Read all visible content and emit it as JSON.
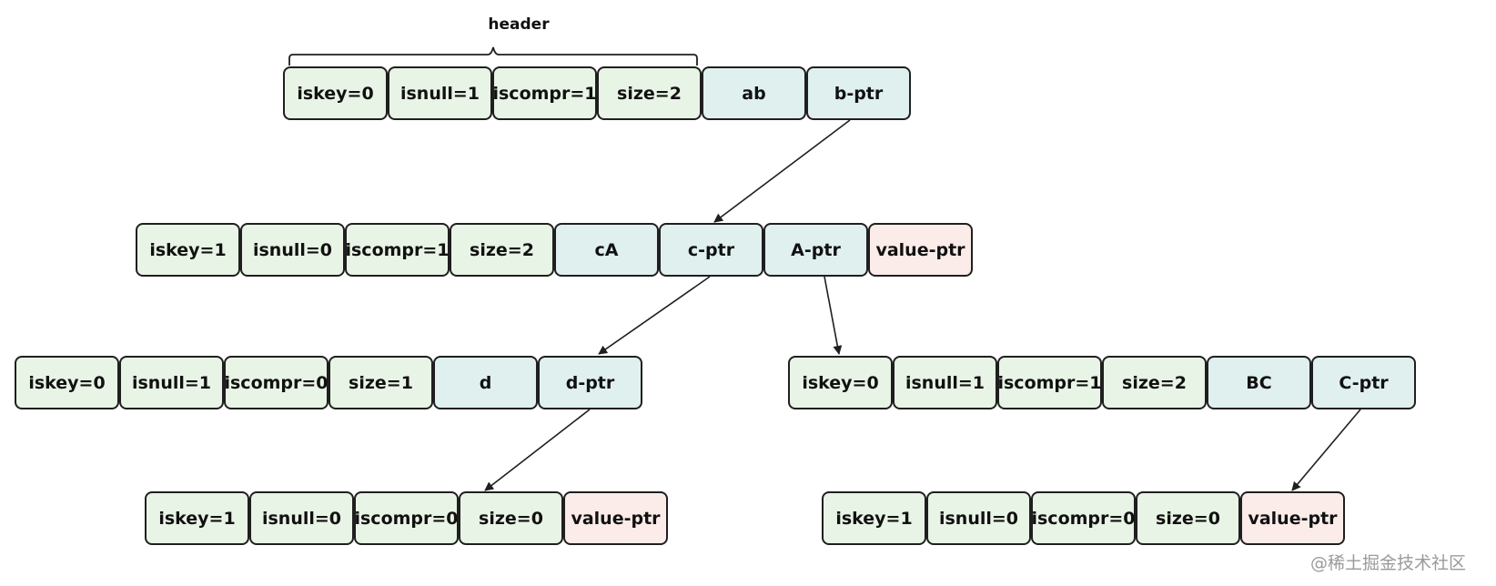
{
  "header_label": "header",
  "watermark": "@稀土掘金技术社区",
  "colors": {
    "header_cell": "#e8f4e5",
    "key_cell": "#dff0ef",
    "value_cell": "#fbece9",
    "border": "#1f1f1f"
  },
  "nodes": [
    {
      "id": "root",
      "cells": [
        {
          "text": "iskey=0",
          "kind": "header"
        },
        {
          "text": "isnull=1",
          "kind": "header"
        },
        {
          "text": "iscompr=1",
          "kind": "header"
        },
        {
          "text": "size=2",
          "kind": "header"
        },
        {
          "text": "ab",
          "kind": "key"
        },
        {
          "text": "b-ptr",
          "kind": "pointer"
        }
      ]
    },
    {
      "id": "node-b",
      "cells": [
        {
          "text": "iskey=1",
          "kind": "header"
        },
        {
          "text": "isnull=0",
          "kind": "header"
        },
        {
          "text": "iscompr=1",
          "kind": "header"
        },
        {
          "text": "size=2",
          "kind": "header"
        },
        {
          "text": "cA",
          "kind": "key"
        },
        {
          "text": "c-ptr",
          "kind": "pointer"
        },
        {
          "text": "A-ptr",
          "kind": "pointer"
        },
        {
          "text": "value-ptr",
          "kind": "value"
        }
      ]
    },
    {
      "id": "node-c",
      "cells": [
        {
          "text": "iskey=0",
          "kind": "header"
        },
        {
          "text": "isnull=1",
          "kind": "header"
        },
        {
          "text": "iscompr=0",
          "kind": "header"
        },
        {
          "text": "size=1",
          "kind": "header"
        },
        {
          "text": "d",
          "kind": "key"
        },
        {
          "text": "d-ptr",
          "kind": "pointer"
        }
      ]
    },
    {
      "id": "node-A",
      "cells": [
        {
          "text": "iskey=0",
          "kind": "header"
        },
        {
          "text": "isnull=1",
          "kind": "header"
        },
        {
          "text": "iscompr=1",
          "kind": "header"
        },
        {
          "text": "size=2",
          "kind": "header"
        },
        {
          "text": "BC",
          "kind": "key"
        },
        {
          "text": "C-ptr",
          "kind": "pointer"
        }
      ]
    },
    {
      "id": "node-d",
      "cells": [
        {
          "text": "iskey=1",
          "kind": "header"
        },
        {
          "text": "isnull=0",
          "kind": "header"
        },
        {
          "text": "iscompr=0",
          "kind": "header"
        },
        {
          "text": "size=0",
          "kind": "header"
        },
        {
          "text": "value-ptr",
          "kind": "value"
        }
      ]
    },
    {
      "id": "node-C",
      "cells": [
        {
          "text": "iskey=1",
          "kind": "header"
        },
        {
          "text": "isnull=0",
          "kind": "header"
        },
        {
          "text": "iscompr=0",
          "kind": "header"
        },
        {
          "text": "size=0",
          "kind": "header"
        },
        {
          "text": "value-ptr",
          "kind": "value"
        }
      ]
    }
  ],
  "edges": [
    {
      "from": "root.b-ptr",
      "to": "node-b"
    },
    {
      "from": "node-b.c-ptr",
      "to": "node-c"
    },
    {
      "from": "node-b.A-ptr",
      "to": "node-A"
    },
    {
      "from": "node-c.d-ptr",
      "to": "node-d"
    },
    {
      "from": "node-A.C-ptr",
      "to": "node-C"
    }
  ]
}
